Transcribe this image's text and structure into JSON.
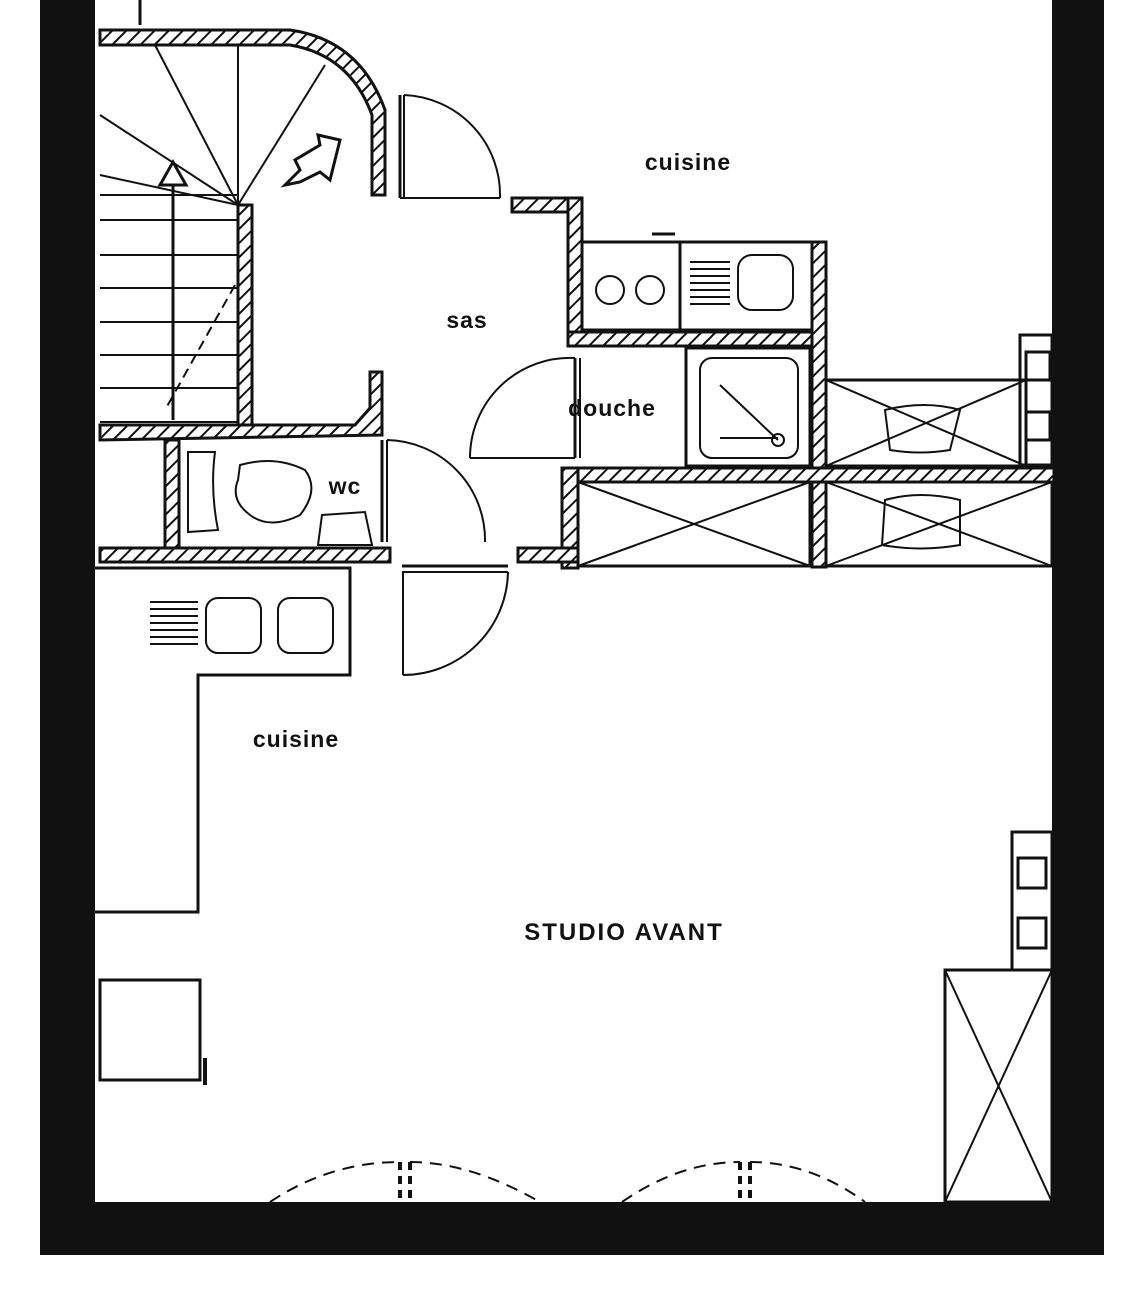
{
  "plan": {
    "colors": {
      "ink": "#111111",
      "paper": "#ffffff"
    },
    "rooms": {
      "cuisine_top": "cuisine",
      "sas": "sas",
      "douche": "douche",
      "wc": "wc",
      "cuisine_left": "cuisine",
      "studio": "STUDIO AVANT"
    }
  }
}
